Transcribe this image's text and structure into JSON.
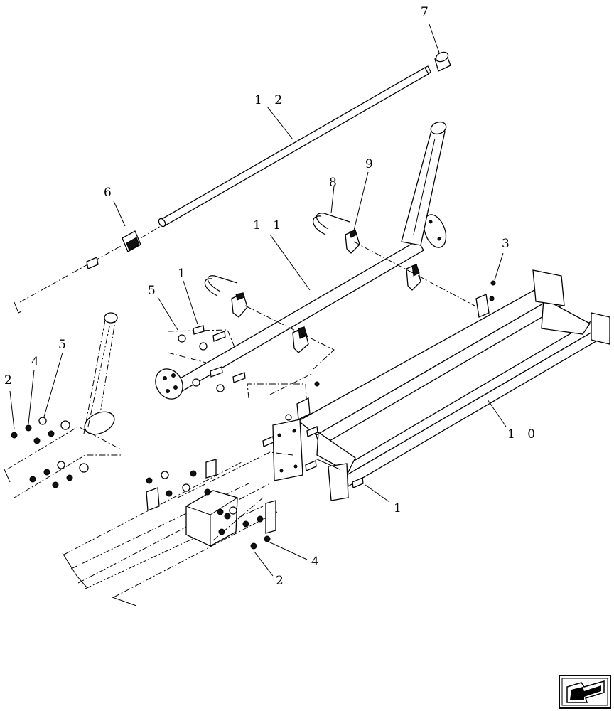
{
  "diagram": {
    "callouts": [
      {
        "id": "c7",
        "text": "7"
      },
      {
        "id": "c12",
        "text": "1 2"
      },
      {
        "id": "c6",
        "text": "6"
      },
      {
        "id": "c8",
        "text": "8"
      },
      {
        "id": "c9",
        "text": "9"
      },
      {
        "id": "c11",
        "text": "1 1"
      },
      {
        "id": "c3",
        "text": "3"
      },
      {
        "id": "c1a",
        "text": "1"
      },
      {
        "id": "c5a",
        "text": "5"
      },
      {
        "id": "c2a",
        "text": "2"
      },
      {
        "id": "c4a",
        "text": "4"
      },
      {
        "id": "c5b",
        "text": "5"
      },
      {
        "id": "c10",
        "text": "1 0"
      },
      {
        "id": "c1b",
        "text": "1"
      },
      {
        "id": "c4b",
        "text": "4"
      },
      {
        "id": "c2b",
        "text": "2"
      }
    ]
  },
  "nav": {
    "icon": "arrow-icon"
  }
}
